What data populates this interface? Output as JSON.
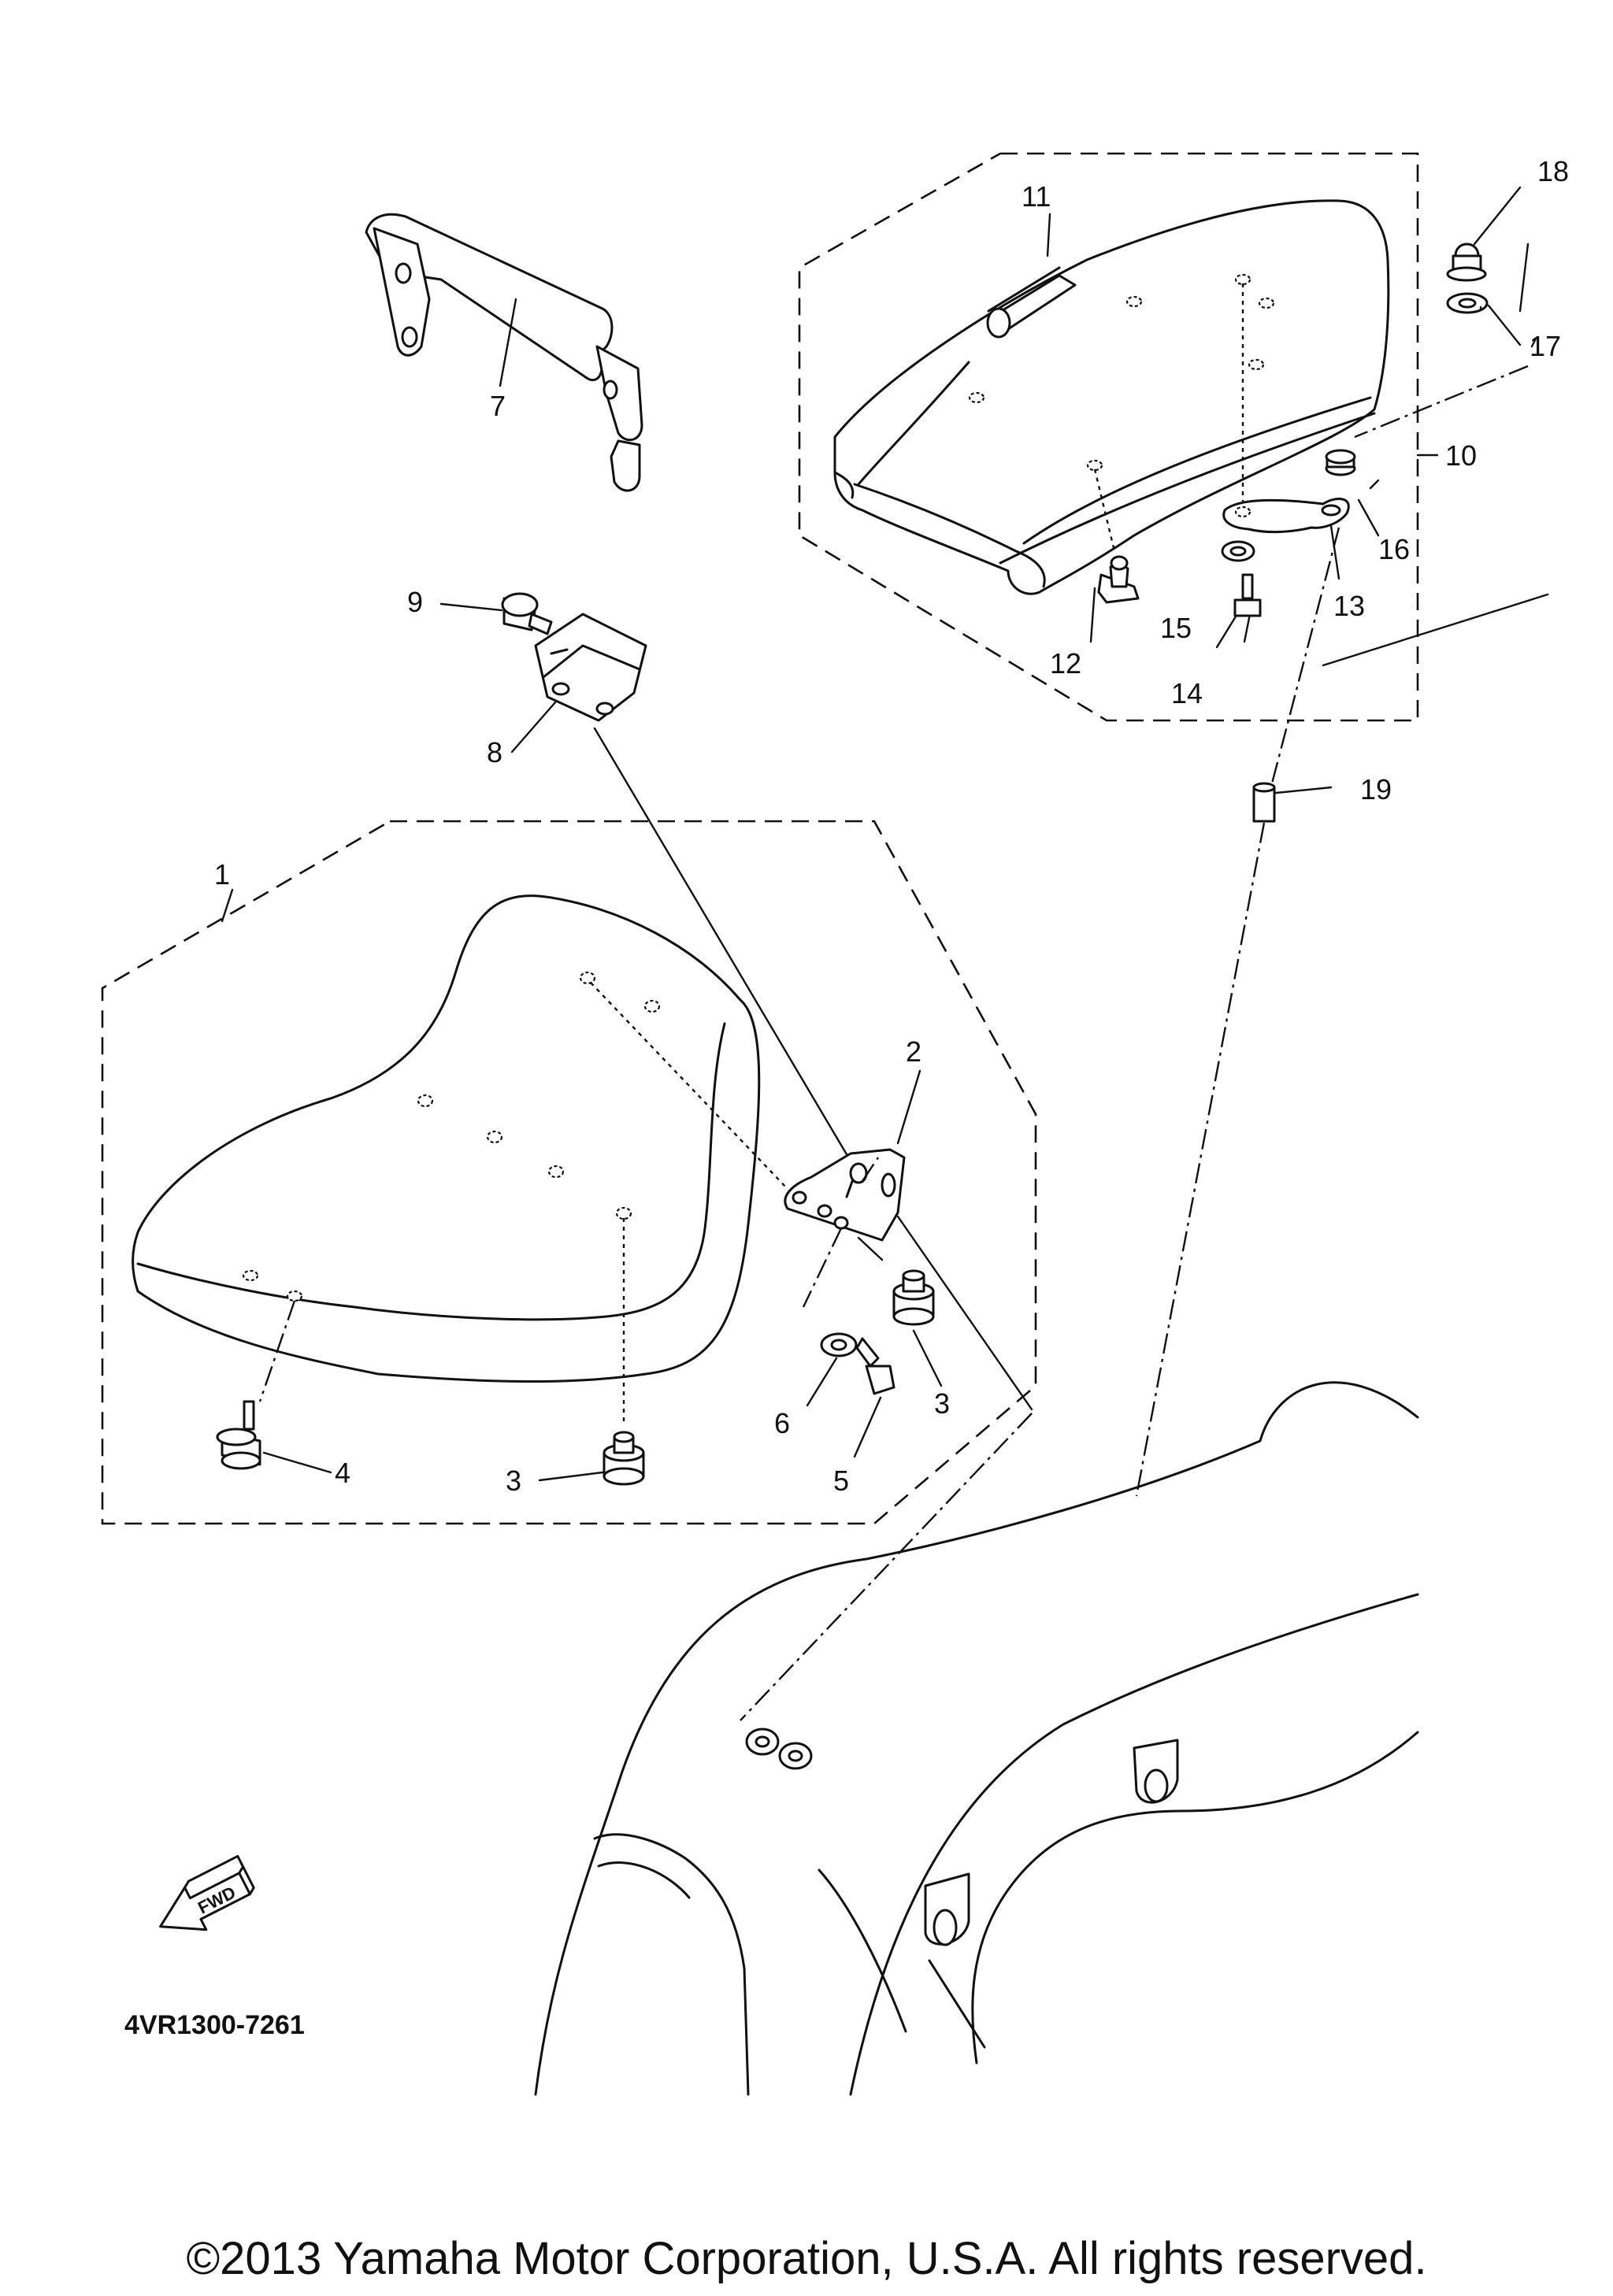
{
  "diagram": {
    "callouts": {
      "c1": "1",
      "c2": "2",
      "c3a": "3",
      "c3b": "3",
      "c4": "4",
      "c5": "5",
      "c6": "6",
      "c7": "7",
      "c8": "8",
      "c9": "9",
      "c10": "10",
      "c11": "11",
      "c12": "12",
      "c13": "13",
      "c14": "14",
      "c15": "15",
      "c16": "16",
      "c17": "17",
      "c18": "18",
      "c19": "19"
    },
    "fwd_label": "FWD",
    "drawing_code": "4VR1300-7261",
    "copyright": "©2013 Yamaha Motor Corporation, U.S.A. All rights reserved."
  }
}
